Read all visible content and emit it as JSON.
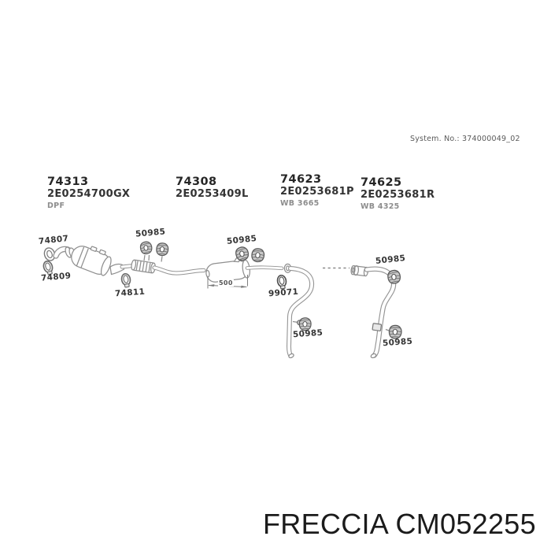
{
  "header": {
    "system_label": "System. No.: 374000049_02"
  },
  "parts": [
    {
      "number": "74313",
      "code": "2E0254700GX",
      "note": "DPF"
    },
    {
      "number": "74308",
      "code": "2E0253409L",
      "note": ""
    },
    {
      "number": "74623",
      "code": "2E0253681P",
      "note": "WB 3665"
    },
    {
      "number": "74625",
      "code": "2E0253681R",
      "note": "WB 4325"
    }
  ],
  "callouts": [
    {
      "id": "gasket-front",
      "text": "74807"
    },
    {
      "id": "clamp-front",
      "text": "74809"
    },
    {
      "id": "hangers-front-pipe",
      "text": "50985"
    },
    {
      "id": "clamp-cat-outlet",
      "text": "74811"
    },
    {
      "id": "hangers-muffler",
      "text": "50985"
    },
    {
      "id": "muffler-length-mm",
      "text": "500"
    },
    {
      "id": "clamp-mid-pipe",
      "text": "99071"
    },
    {
      "id": "hanger-downpipe",
      "text": "50985"
    },
    {
      "id": "hanger-tail-upper",
      "text": "50985"
    },
    {
      "id": "hanger-tail-lower",
      "text": "50985"
    }
  ],
  "footer": {
    "brand": "FRECCIA",
    "part_code": "CM052255"
  },
  "colors": {
    "line": "#8f8f8f",
    "label": "#343434",
    "footer_text": "#1b1b1b"
  }
}
